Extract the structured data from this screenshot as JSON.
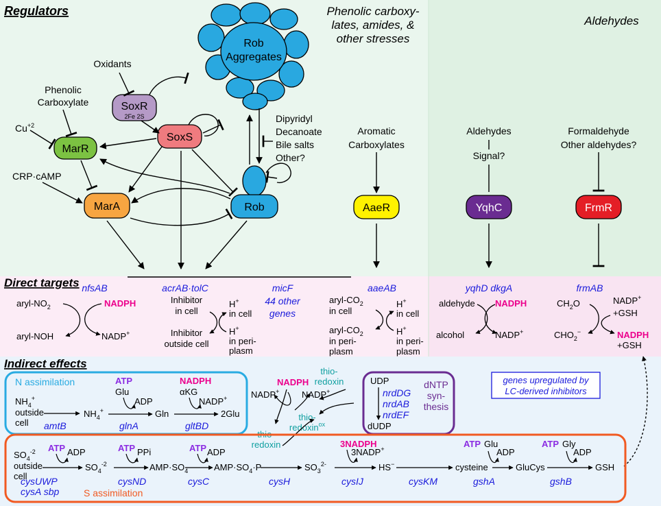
{
  "sections": {
    "regulators": "Regulators",
    "direct_targets": "Direct targets",
    "indirect_effects": "Indirect effects"
  },
  "headers": {
    "phenolic": [
      "Phenolic carboxy-",
      "lates, amides, &",
      "other stresses"
    ],
    "aldehydes": "Aldehydes"
  },
  "regulators": {
    "rob_aggregates": [
      "Rob",
      "Aggregates"
    ],
    "soxr": "SoxR",
    "soxr_sub": "2Fe 2S",
    "soxs": "SoxS",
    "marr": "MarR",
    "mara": "MarA",
    "rob": "Rob",
    "aaer": "AaeR",
    "yqhc": "YqhC",
    "frmr": "FrmR"
  },
  "signals": {
    "oxidants": "Oxidants",
    "phenolic_carboxylate": [
      "Phenolic",
      "Carboxylate"
    ],
    "cu": "Cu",
    "cu_sup": "+2",
    "crp_camp": "CRP·cAMP",
    "rob_inducers": [
      "Dipyridyl",
      "Decanoate",
      "Bile salts",
      "Other?"
    ],
    "aromatic": [
      "Aromatic",
      "Carboxylates"
    ],
    "aldehydes_signal": [
      "Aldehydes",
      "Signal?"
    ],
    "formaldehyde": [
      "Formaldehyde",
      "Other aldehydes?"
    ]
  },
  "direct_targets": {
    "nfsab": {
      "gene": "nfsAB",
      "substrate": "aryl-NO",
      "substrate_sub": "2",
      "product": "aryl-NOH",
      "cofactor": "NADPH",
      "cofactor_out": "NADP",
      "cofactor_out_sup": "+"
    },
    "acrab": {
      "gene": "acrAB·tolC",
      "in": [
        "Inhibitor",
        "in cell"
      ],
      "out": [
        "Inhibitor",
        "outside cell"
      ],
      "h_in": "in cell",
      "h_out": [
        "in peri-",
        "plasm"
      ],
      "h": "H",
      "h_sup": "+"
    },
    "micf": {
      "gene": "micF",
      "others": [
        "44 other",
        "genes"
      ]
    },
    "aaeab": {
      "gene": "aaeAB",
      "in": "aryl-CO",
      "in_sub": "2",
      "in_loc": "in cell",
      "out": "aryl-CO",
      "out_sub": "2",
      "out_loc": [
        "in peri-",
        "plasm"
      ],
      "h_in": "in cell",
      "h_out": [
        "in peri-",
        "plasm"
      ]
    },
    "yqhd": {
      "gene": "yqhD dkgA",
      "substrate": "aldehyde",
      "product": "alcohol",
      "cofactor": "NADPH",
      "cofactor_out": "NADP"
    },
    "frmab": {
      "gene": "frmAB",
      "substrate": "CH",
      "substrate_sub": "2",
      "substrate_end": "O",
      "product": "CHO",
      "cofactor_in": "NADP",
      "gsh": "+GSH",
      "cofactor_out": "NADPH"
    }
  },
  "indirect": {
    "n_assim_title": "N assimilation",
    "s_assim_title": "S assimilation",
    "dntp": [
      "dNTP",
      "syn-",
      "thesis"
    ],
    "legend": [
      "genes upregulated by",
      "LC-derived inhibitors"
    ],
    "n": {
      "nh4_out": [
        "NH",
        "outside",
        "cell"
      ],
      "nh4": "NH",
      "atp": "ATP",
      "glu": "Glu",
      "adp": "ADP",
      "gln": "Gln",
      "nadph": "NADPH",
      "akg": "αKG",
      "nadp": "NADP",
      "two_glu": "2Glu",
      "amtb": "amtB",
      "glna": "glnA",
      "gltbd": "gltBD"
    },
    "redox": {
      "nadph": "NADPH",
      "nadp1": "NADP",
      "nadp2": "NADP",
      "thioredoxin": [
        "thio-",
        "redoxin"
      ],
      "thioredoxin_ox": [
        "thio-",
        "redoxin"
      ],
      "ox_sup": "ox",
      "thioredoxin_s": [
        "thio-",
        "redoxin"
      ],
      "udp": "UDP",
      "dudp": "dUDP",
      "nrd": [
        "nrdDG",
        "nrdAB",
        "nrdEF"
      ]
    },
    "s": {
      "so4_out": [
        "SO",
        "outside",
        "cell"
      ],
      "atp": "ATP",
      "adp": "ADP",
      "so4": "SO",
      "ppi": "PPi",
      "amp_so4": "AMP·SO",
      "amp_so4_p": "AMP·SO",
      "so3": "SO",
      "three_nadph": "3NADPH",
      "three_nadp": "3NADP",
      "hs": "HS",
      "cysteine": "cysteine",
      "glu": "Glu",
      "gly": "Gly",
      "glucys": "GluCys",
      "gsh": "GSH",
      "genes": [
        "cysUWP",
        "cysA sbp",
        "cysND",
        "cysC",
        "cysH",
        "cysIJ",
        "cysKM",
        "gshA",
        "gshB"
      ]
    }
  },
  "colors": {
    "bg_green": "#eaf6ee",
    "bg_pink": "#fcecf6",
    "bg_blue": "#eaf3fb",
    "bg_green_dark": "#dff1e3",
    "rob_blue": "#29a8e0",
    "marr_green": "#7cc242",
    "mara_orange": "#f7a541",
    "soxs_red": "#ef7b7f",
    "soxr_purple": "#b59ac7",
    "aaer_yellow": "#fff200",
    "yqhc_purple": "#6a2c91",
    "frmr_red": "#e41e26",
    "gene_blue": "#1a1adb",
    "magenta": "#ec008c",
    "atp_purple": "#8b2be2",
    "teal": "#0f9fa0",
    "n_box": "#29abe2",
    "s_box": "#f15a22",
    "dntp_box": "#6a2c91"
  }
}
